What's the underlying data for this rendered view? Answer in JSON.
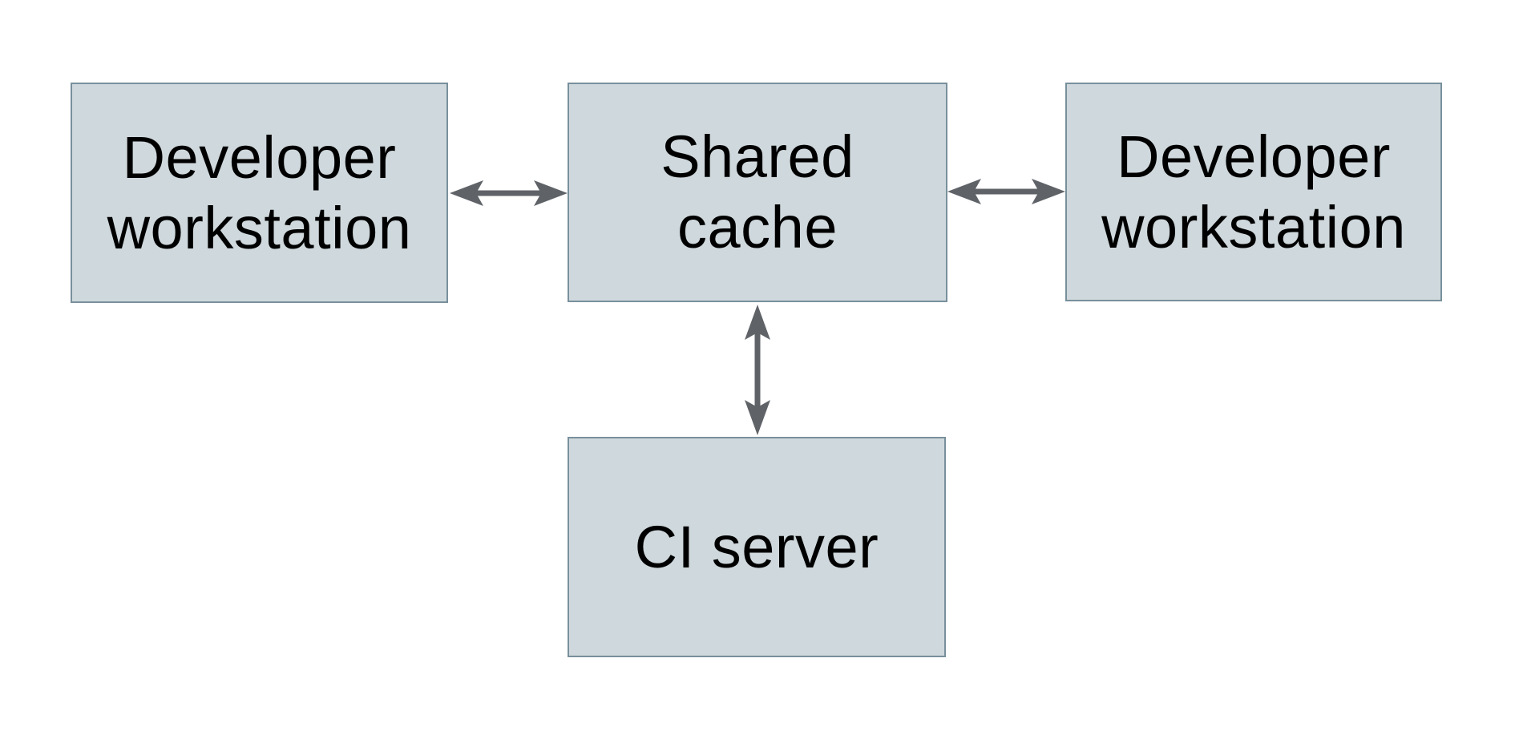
{
  "diagram": {
    "type": "architecture-diagram",
    "colors": {
      "background": "#ffffff",
      "node_fill": "#cfd8dc",
      "node_border": "#78909c",
      "arrow": "#5f6368",
      "text": "#000000"
    },
    "nodes": {
      "dev_left": {
        "label": "Developer workstation",
        "line1": "Developer",
        "line2": "workstation"
      },
      "shared_cache": {
        "label": "Shared cache",
        "line1": "Shared",
        "line2": "cache"
      },
      "dev_right": {
        "label": "Developer workstation",
        "line1": "Developer",
        "line2": "workstation"
      },
      "ci_server": {
        "label": "CI server",
        "line1": "CI server"
      }
    },
    "edges": [
      {
        "from": "dev_left",
        "to": "shared_cache",
        "type": "bidirectional"
      },
      {
        "from": "shared_cache",
        "to": "dev_right",
        "type": "bidirectional"
      },
      {
        "from": "shared_cache",
        "to": "ci_server",
        "type": "bidirectional"
      }
    ]
  }
}
